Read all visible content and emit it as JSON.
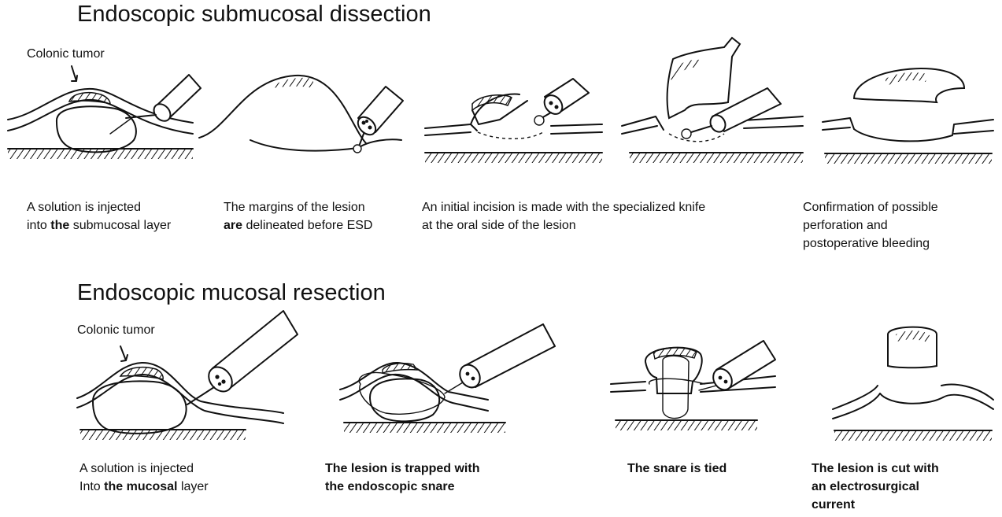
{
  "esd": {
    "title": "Endoscopic submucosal dissection",
    "tumor_label": "Colonic tumor",
    "steps": [
      {
        "l1_pre": "A solution is injected",
        "l2_pre": "into ",
        "l2_bold": "the",
        "l2_post": " submucosal layer"
      },
      {
        "l1_pre": "The margins of the lesion",
        "l2_bold": "are",
        "l2_post": " delineated before ESD"
      },
      {
        "l1_pre": "An initial incision is made with the specialized knife",
        "l2_pre": "at the oral side of the lesion"
      },
      {
        "l1_pre": "Confirmation of possible",
        "l2_pre": "perforation and",
        "l3_pre": "postoperative bleeding"
      }
    ]
  },
  "emr": {
    "title": "Endoscopic mucosal resection",
    "tumor_label": "Colonic tumor",
    "steps": [
      {
        "l1_pre": "A solution is injected",
        "l2_pre": "Into ",
        "l2_bold": "the mucosal",
        "l2_post": " layer"
      },
      {
        "l1_bold": "The lesion is trapped with",
        "l2_bold": "the endoscopic snare"
      },
      {
        "l1_bold": "The snare is tied"
      },
      {
        "l1_bold": "The lesion is cut with",
        "l2_bold": "an electrosurgical",
        "l3_bold": "current"
      }
    ]
  }
}
